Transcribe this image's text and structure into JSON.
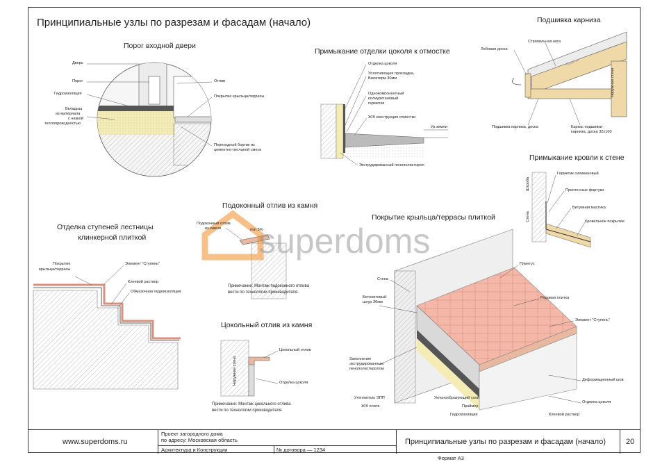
{
  "page": {
    "title": "Принципиальные узлы по разрезам и фасадам (начало)"
  },
  "detail_threshold": {
    "title": "Порог входной двери",
    "labels": [
      "Дверь",
      "Порог",
      "Гидроизоляция",
      "Вкладыш",
      "из материала",
      "с низкой",
      "теплопроводностью",
      "Отлив",
      "Покрытие крыльца/террасы",
      "Переходный бортик из",
      "цементно-песчаной смеси"
    ]
  },
  "detail_plinth": {
    "title": "Примыкание отделки цоколя к отмостке",
    "labels": [
      "Отделка цоколя",
      "Уплотняющая прокладка,",
      "Вилатерм 30мм",
      "Однокомпонентный",
      "полиуретановый",
      "герметик",
      "Ж/б конструкция отмостки",
      "Ур.земли",
      "Экструдированный пенополистирол"
    ]
  },
  "detail_eave": {
    "title": "Подшивка карниза",
    "labels": [
      "Стропильная нога",
      "Лобовая доска",
      "Кровля",
      "Наружная стена",
      "Подшивка карниза, доска",
      "Каркас подшивки",
      "карниза, доска 32х100"
    ]
  },
  "detail_roof_wall": {
    "title": "Примыкание кровли к стене",
    "labels": [
      "Герметик силиконовый",
      "Штроба",
      "Пристенные фартуки",
      "Стена",
      "Битумная мастика",
      "Кровельное покрытие"
    ]
  },
  "detail_stairs": {
    "title_line1": "Отделка ступеней лестницы",
    "title_line2": "клинкерной плиткой",
    "labels": [
      "Покрытие",
      "крыльца/террасы",
      "Элемент \"Ступень\"",
      "Клеевой раствор",
      "Обмазочная гидроизоляция"
    ]
  },
  "detail_sill": {
    "title": "Подоконный отлив из камня",
    "labels": [
      "Подоконный отлив",
      "из камня",
      "min 5%"
    ],
    "note_line1": "Примечание: Монтаж подоконного отлива",
    "note_line2": "вести по технологии производителя."
  },
  "detail_plinth_drip": {
    "title": "Цокольный отлив из камня",
    "labels": [
      "Цокольный отлив",
      "Наружная стена",
      "Отделка цоколя"
    ],
    "note_line1": "Примечание: Монтаж цокольного отлива",
    "note_line2": "вести по технологии производителя."
  },
  "detail_terrace": {
    "title": "Покрытие крыльца/террасы плиткой",
    "labels": [
      "Плинтус",
      "Стена",
      "Рядовая плитка",
      "Бетонитовый",
      "шнур 30мм",
      "Элемент \"Ступень\"",
      "Заполнение",
      "экструдированным",
      "пенополистиролом",
      "Деформационный шов",
      "Утеплитель ЭПП",
      "Уклонообразующий слой",
      "Отделка цоколя",
      "Ж/б плита",
      "Праймер",
      "Гидроизоляция",
      "Клеевой раствор"
    ]
  },
  "watermark": {
    "text": "superdoms"
  },
  "stamp": {
    "website": "www.superdoms.ru",
    "project_line1": "Проект загородного дома",
    "project_line2": "по адресу: Московская область",
    "section": "Архитектура и Конструкции",
    "contract": "№ договора — 1234",
    "sheet_title": "Принципиальные узлы по разрезам и фасадам (начало)",
    "sheet_number": "20",
    "format": "Формат А3"
  },
  "colors": {
    "insulation": "#f4ecb4",
    "wood": "#f0d9a8",
    "tile": "#f5b8a8",
    "concrete": "#cfcfcf",
    "watermark_orange": "#f28c28",
    "watermark_gray": "#9a9a9a"
  }
}
